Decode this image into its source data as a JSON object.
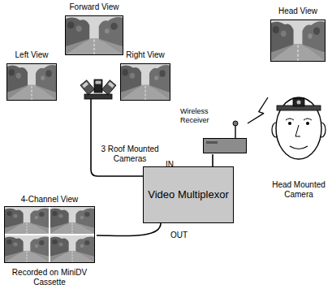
{
  "diagram": {
    "nodes": [
      {
        "text": [
          "Forward View"
        ]
      },
      {
        "text": [
          "Left View"
        ]
      },
      {
        "text": [
          "Right View"
        ]
      },
      {
        "text": [
          "3 Roof Mounted Cameras"
        ]
      },
      {
        "text": [
          "Head View"
        ]
      },
      {
        "text": [
          "Wireless Receiver"
        ]
      },
      {
        "text": [
          "Head Mounted Camera"
        ]
      },
      {
        "text": [
          "Video Multiplexor"
        ]
      },
      {
        "text": [
          "4-Channel View",
          "Recorded on MiniDV Cassette"
        ]
      }
    ],
    "edges": [
      {
        "from": 3,
        "to": 7,
        "arrow": "none"
      },
      {
        "from": 5,
        "to": 7,
        "arrow": "none"
      },
      {
        "from": 7,
        "to": 8,
        "arrow": "none"
      },
      {
        "from": 6,
        "to": 5,
        "arrow": "none"
      }
    ],
    "labels": [
      "IN",
      "OUT"
    ]
  }
}
